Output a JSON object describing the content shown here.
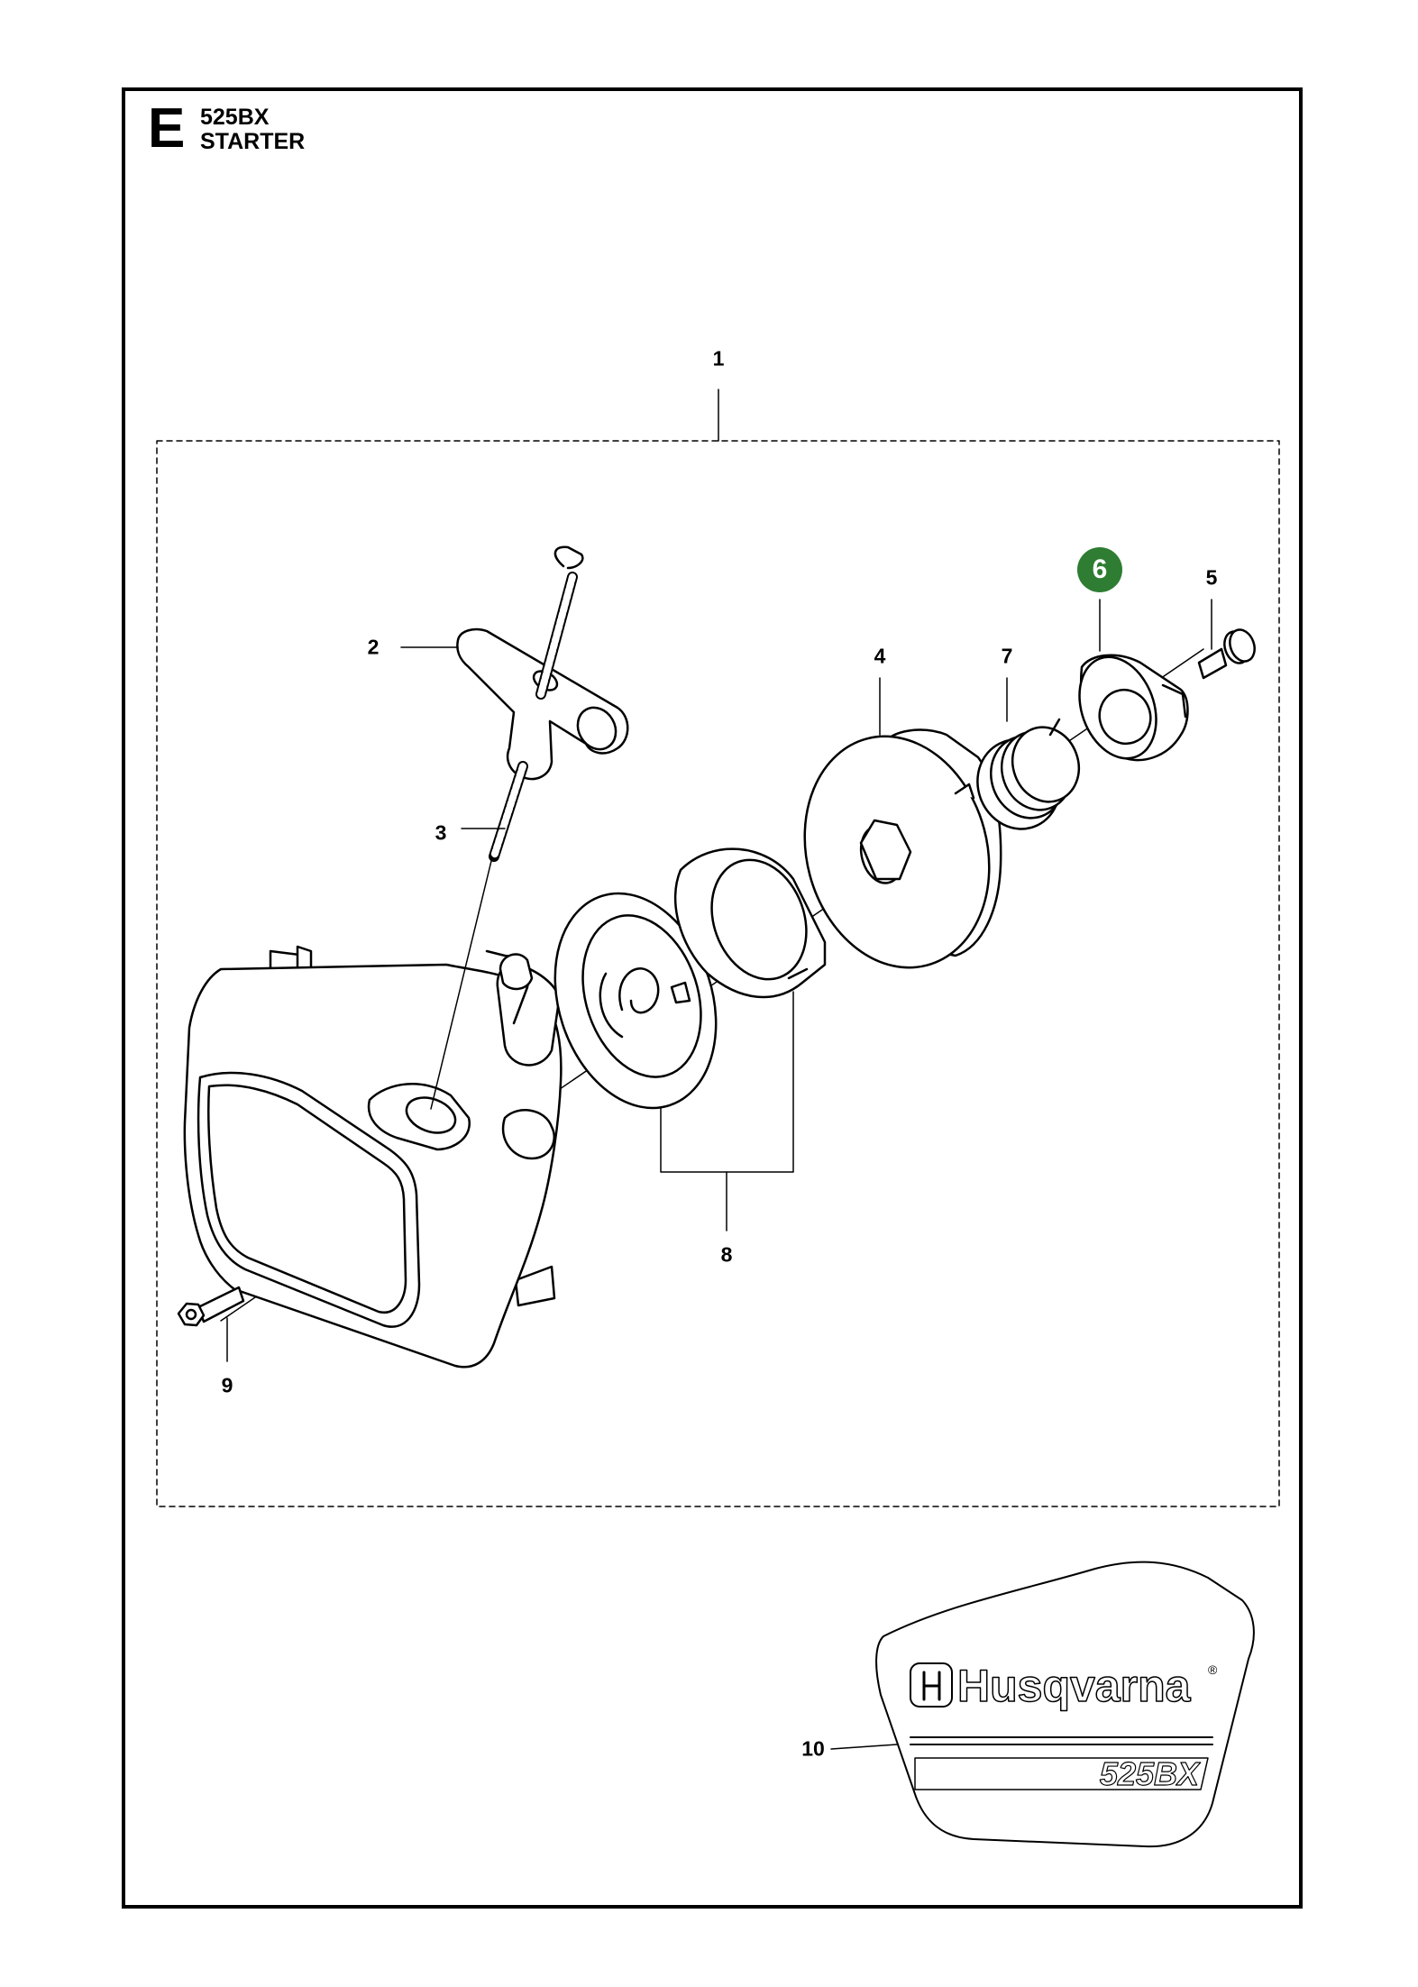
{
  "section": {
    "letter": "E",
    "model": "525BX",
    "assembly": "STARTER"
  },
  "callouts": [
    {
      "id": "1",
      "label": "1",
      "highlighted": false
    },
    {
      "id": "2",
      "label": "2",
      "highlighted": false
    },
    {
      "id": "3",
      "label": "3",
      "highlighted": false
    },
    {
      "id": "4",
      "label": "4",
      "highlighted": false
    },
    {
      "id": "5",
      "label": "5",
      "highlighted": false
    },
    {
      "id": "6",
      "label": "6",
      "highlighted": true
    },
    {
      "id": "7",
      "label": "7",
      "highlighted": false
    },
    {
      "id": "8",
      "label": "8",
      "highlighted": false
    },
    {
      "id": "9",
      "label": "9",
      "highlighted": false
    },
    {
      "id": "10",
      "label": "10",
      "highlighted": false
    }
  ],
  "decal": {
    "brand": "Husqvarna",
    "registered": "®",
    "model": "525BX"
  },
  "colors": {
    "highlight": "#2e7d32",
    "line": "#000000"
  }
}
